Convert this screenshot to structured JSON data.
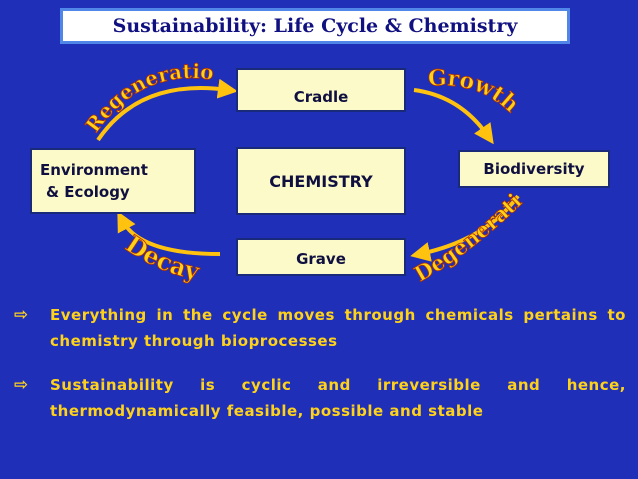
{
  "title": "Sustainability: Life Cycle & Chemistry",
  "nodes": {
    "cradle": "Cradle",
    "chemistry": "CHEMISTRY",
    "grave": "Grave",
    "environment_line1": "Environment",
    "environment_line2": "& Ecology",
    "biodiversity": "Biodiversity"
  },
  "cycle_labels": {
    "regeneration": "Regeneration",
    "growth": "Growth",
    "degeneration": "Degeneration",
    "decay": "Decay"
  },
  "bullets": [
    "Everything in the cycle moves through chemicals pertains to chemistry through bioprocesses",
    "Sustainability is cyclic and irreversible and hence, thermodynamically feasible, possible and stable"
  ],
  "colors": {
    "background": "#1f2fb8",
    "bullet_text": "#ffd21a",
    "arrow": "#ffc20e",
    "box_fill": "#fbfac8",
    "title_text": "#101080"
  },
  "icons": {
    "bullet": "hollow-right-arrow-icon"
  }
}
